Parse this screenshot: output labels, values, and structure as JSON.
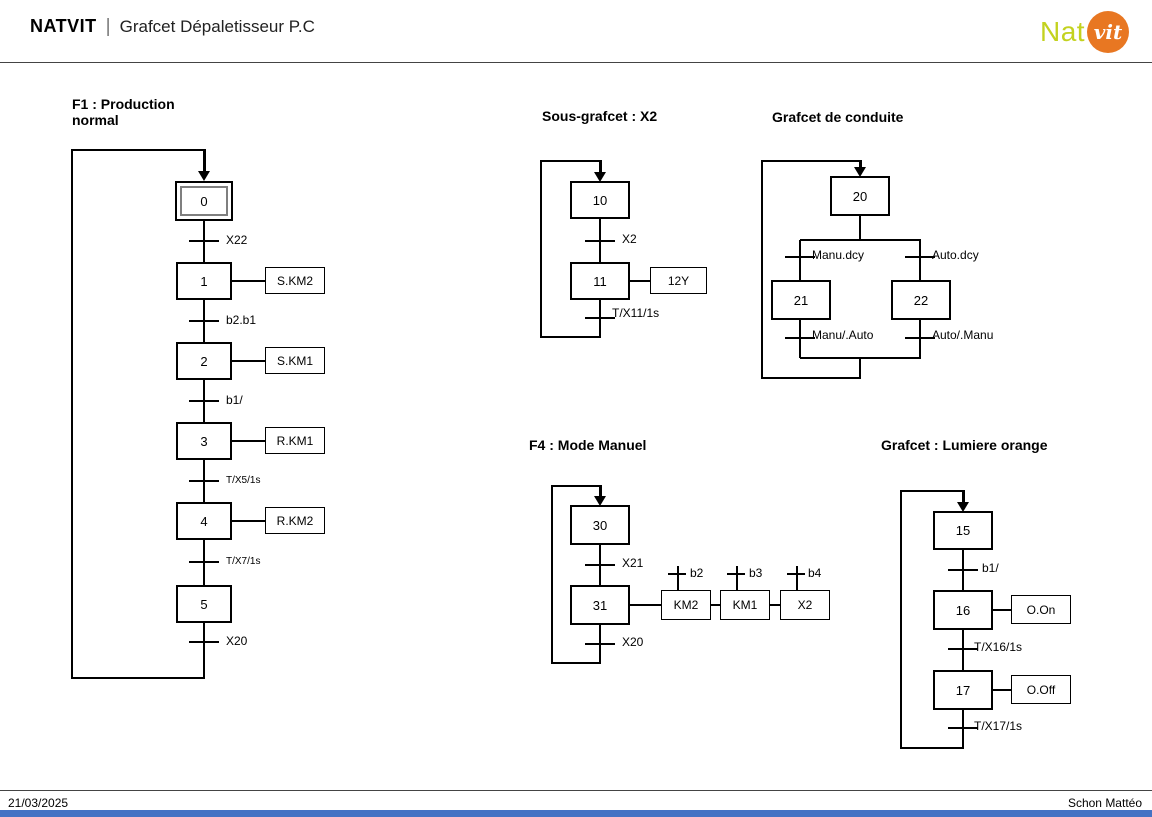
{
  "header": {
    "brand": "NATVIT",
    "separator": "|",
    "title": "Grafcet Dépaletisseur P.C"
  },
  "logo": {
    "text_left": "Nat",
    "text_right": "vit"
  },
  "colors": {
    "logo_green": "#c3d21f",
    "logo_orange": "#e87722",
    "bottom_bar": "#4472c4",
    "inner_step_border": "#7f7f7f"
  },
  "f1": {
    "title_line1": "F1 : Production",
    "title_line2": "normal",
    "steps": [
      "0",
      "1",
      "2",
      "3",
      "4",
      "5"
    ],
    "transitions": [
      "X22",
      "b2.b1",
      "b1/",
      "T/X5/1s",
      "T/X7/1s",
      "X20"
    ],
    "actions": [
      "S.KM2",
      "S.KM1",
      "R.KM1",
      "R.KM2"
    ]
  },
  "x2": {
    "title": "Sous-grafcet : X2",
    "steps": [
      "10",
      "11"
    ],
    "transitions": [
      "X2",
      "T/X11/1s"
    ],
    "actions": [
      "12Y"
    ]
  },
  "conduite": {
    "title": "Grafcet de conduite",
    "steps": [
      "20",
      "21",
      "22"
    ],
    "transitions": [
      "Manu.dcy",
      "Auto.dcy",
      "Manu/.Auto",
      "Auto/.Manu"
    ]
  },
  "f4": {
    "title": "F4 : Mode Manuel",
    "steps": [
      "30",
      "31"
    ],
    "transitions": [
      "X21",
      "X20"
    ],
    "actions": [
      "KM2",
      "KM1",
      "X2"
    ],
    "conditions": [
      "b2",
      "b3",
      "b4"
    ]
  },
  "lumiere": {
    "title": "Grafcet : Lumiere orange",
    "steps": [
      "15",
      "16",
      "17"
    ],
    "transitions": [
      "b1/",
      "T/X16/1s",
      "T/X17/1s"
    ],
    "actions": [
      "O.On",
      "O.Off"
    ]
  },
  "footer": {
    "date": "21/03/2025",
    "author": "Schon Mattéo"
  }
}
